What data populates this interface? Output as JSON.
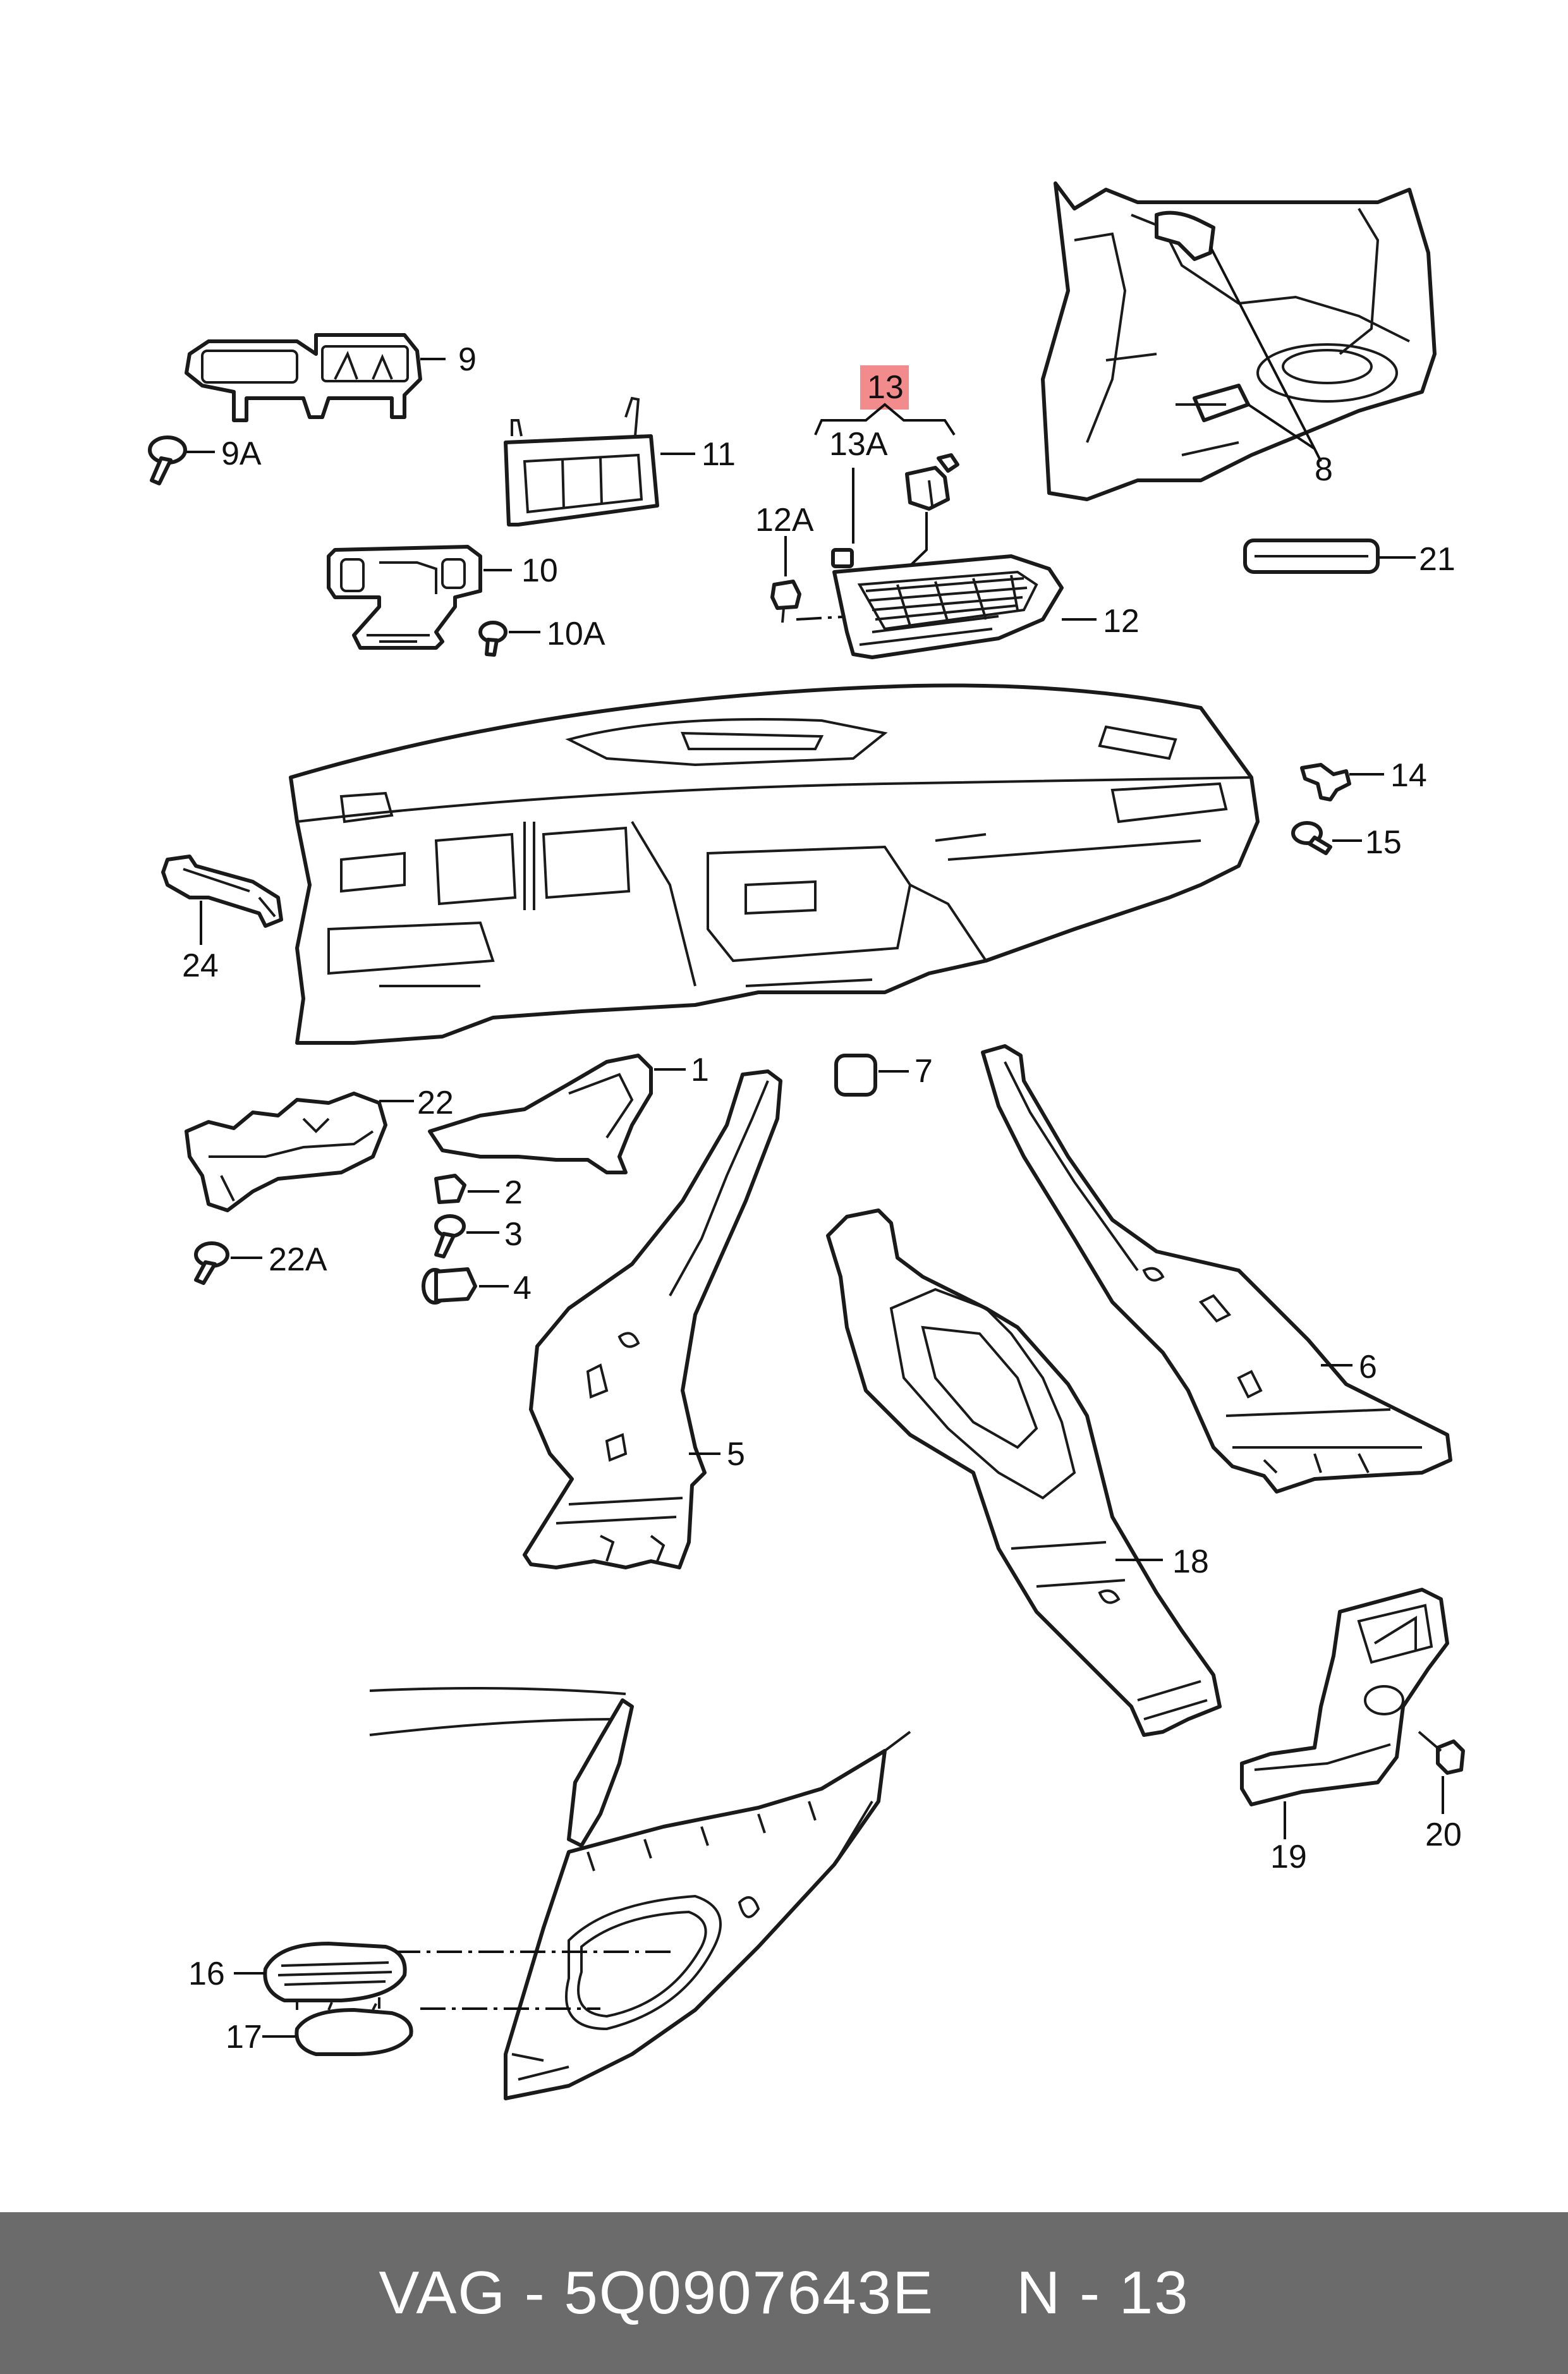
{
  "labels": {
    "l1": "1",
    "l2": "2",
    "l3": "3",
    "l4": "4",
    "l5": "5",
    "l6": "6",
    "l7": "7",
    "l8": "8",
    "l9": "9",
    "l9a": "9A",
    "l10": "10",
    "l10a": "10A",
    "l11": "11",
    "l12": "12",
    "l12a": "12A",
    "l13": "13",
    "l13a": "13A",
    "l14": "14",
    "l15": "15",
    "l16": "16",
    "l17": "17",
    "l18": "18",
    "l19": "19",
    "l20": "20",
    "l21": "21",
    "l22": "22",
    "l22a": "22A",
    "l24": "24"
  },
  "highlight_color": "#f28b8b",
  "footer": {
    "brand": "VAG",
    "separator": "-",
    "part_number": "5Q0907643E",
    "section": "N - 13"
  }
}
